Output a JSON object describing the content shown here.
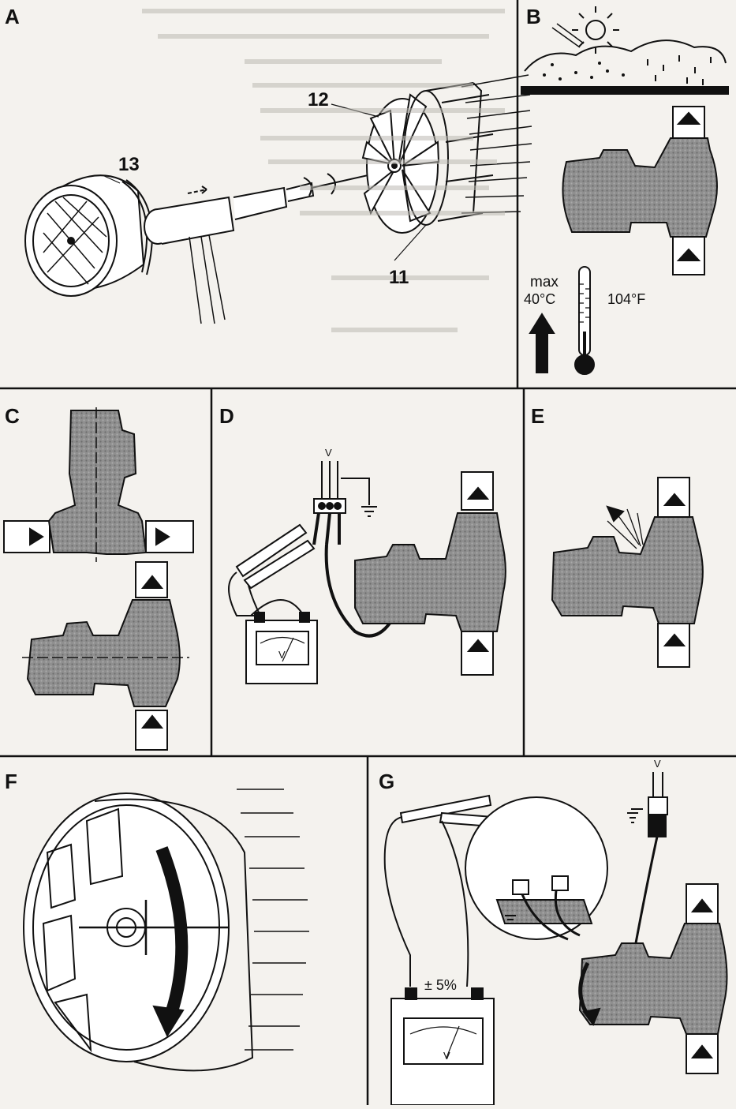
{
  "panels": {
    "a": {
      "letter": "A",
      "callouts": [
        "13",
        "12",
        "11"
      ]
    },
    "b": {
      "letter": "B",
      "max_label": "max",
      "temp_c": "40°C",
      "temp_f": "104°F"
    },
    "c": {
      "letter": "C"
    },
    "d": {
      "letter": "D",
      "voltage": "V",
      "meter_unit": "V"
    },
    "e": {
      "letter": "E"
    },
    "f": {
      "letter": "F"
    },
    "g": {
      "letter": "G",
      "voltage": "V",
      "tolerance": "± 5%",
      "meter_unit": "V"
    }
  },
  "colors": {
    "ink": "#111111",
    "paper": "#f4f2ee",
    "pump_fill": "#8e8e8e"
  }
}
